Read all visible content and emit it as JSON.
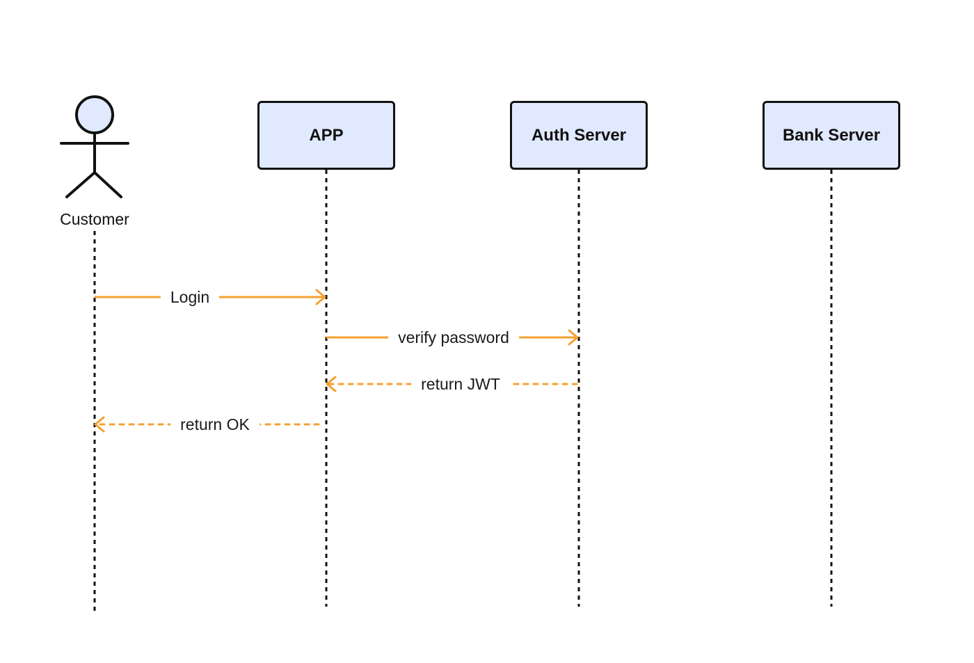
{
  "colors": {
    "participant_fill": "#e0e9fd",
    "outline": "#111111",
    "message_arrow": "#f5a030",
    "actor_fill": "#e0e9fd"
  },
  "actor": {
    "label": "Customer",
    "icon": "stick-figure-icon"
  },
  "participants": [
    {
      "id": "app",
      "label": "APP"
    },
    {
      "id": "auth",
      "label": "Auth Server"
    },
    {
      "id": "bank",
      "label": "Bank Server"
    }
  ],
  "messages": [
    {
      "label": "Login",
      "from": "Customer",
      "to": "APP",
      "style": "solid"
    },
    {
      "label": "verify password",
      "from": "APP",
      "to": "Auth Server",
      "style": "solid"
    },
    {
      "label": "return JWT",
      "from": "Auth Server",
      "to": "APP",
      "style": "dashed"
    },
    {
      "label": "return OK",
      "from": "APP",
      "to": "Customer",
      "style": "dashed"
    }
  ]
}
